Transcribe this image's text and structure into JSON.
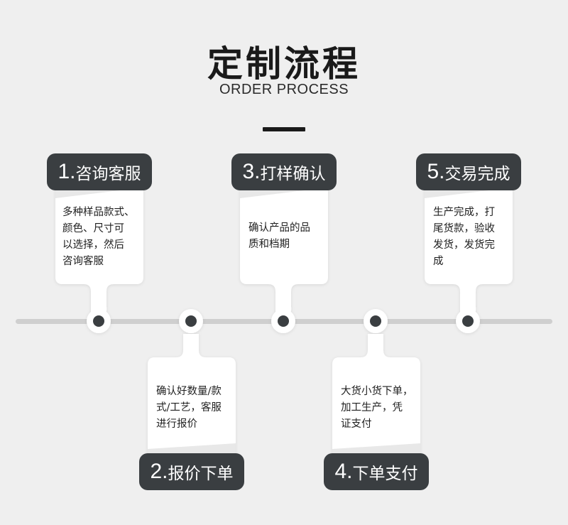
{
  "header": {
    "title": "定制流程",
    "subtitle": "ORDER PROCESS"
  },
  "steps": [
    {
      "num": "1.",
      "label": "咨询客服",
      "desc": "多种样品款式、\n颜色、尺寸可\n以选择，然后\n咨询客服"
    },
    {
      "num": "2.",
      "label": "报价下单",
      "desc": "确认好数量/款\n式/工艺，客服\n进行报价"
    },
    {
      "num": "3.",
      "label": "打样确认",
      "desc": "确认产品的品\n质和档期"
    },
    {
      "num": "4.",
      "label": "下单支付",
      "desc": "大货小货下单，\n加工生产，凭\n证支付"
    },
    {
      "num": "5.",
      "label": "交易完成",
      "desc": "生产完成，打\n尾货款，验收\n发货，发货完\n成"
    }
  ],
  "colors": {
    "background": "#efefef",
    "tab": "#3a3e41",
    "card": "#ffffff",
    "timeline": "#cfcfcf"
  }
}
